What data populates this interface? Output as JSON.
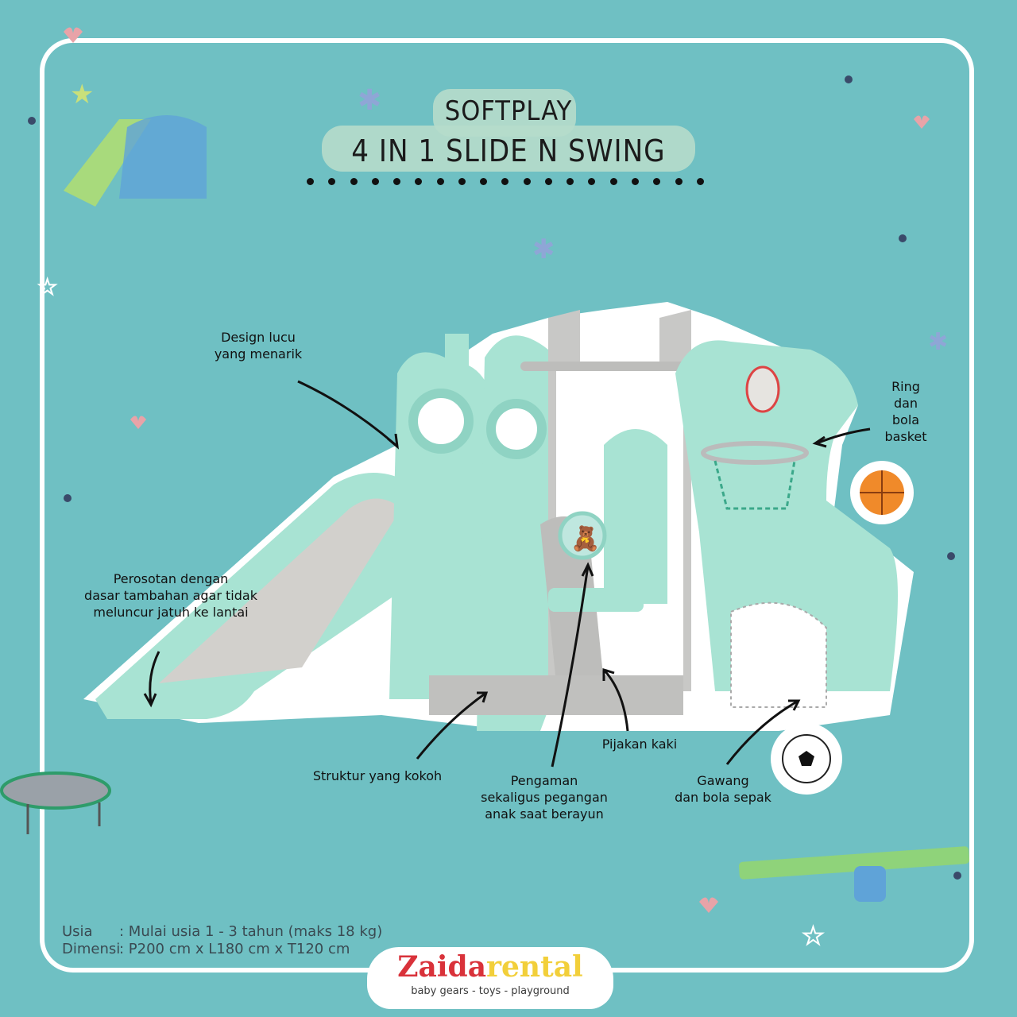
{
  "title": {
    "line1": "SOFTPLAY",
    "line2": "4 IN 1 SLIDE N SWING"
  },
  "annotations": {
    "design": [
      "Design lucu",
      "yang menarik"
    ],
    "ring": [
      "Ring",
      "dan",
      "bola",
      "basket"
    ],
    "perosotan": [
      "Perosotan dengan",
      "dasar tambahan agar tidak",
      "meluncur jatuh ke lantai"
    ],
    "struktur": "Struktur yang kokoh",
    "pengaman": [
      "Pengaman",
      "sekaligus pegangan",
      "anak saat berayun"
    ],
    "pijakan": "Pijakan kaki",
    "gawang": [
      "Gawang",
      "dan bola sepak"
    ]
  },
  "specs": {
    "usia_label": "Usia",
    "usia_value": ": Mulai usia 1 - 3 tahun (maks 18 kg)",
    "dimensi_label": "Dimensi",
    "dimensi_value": ": P200 cm x L180 cm x T120 cm"
  },
  "logo": {
    "name_a": "Zaida",
    "name_b": "rental",
    "tagline": "baby gears - toys - playground"
  },
  "colors": {
    "background": "#6fc0c3",
    "product": "#a8e3d3",
    "accent_red": "#d9323a",
    "accent_yellow": "#f2cf3a"
  }
}
